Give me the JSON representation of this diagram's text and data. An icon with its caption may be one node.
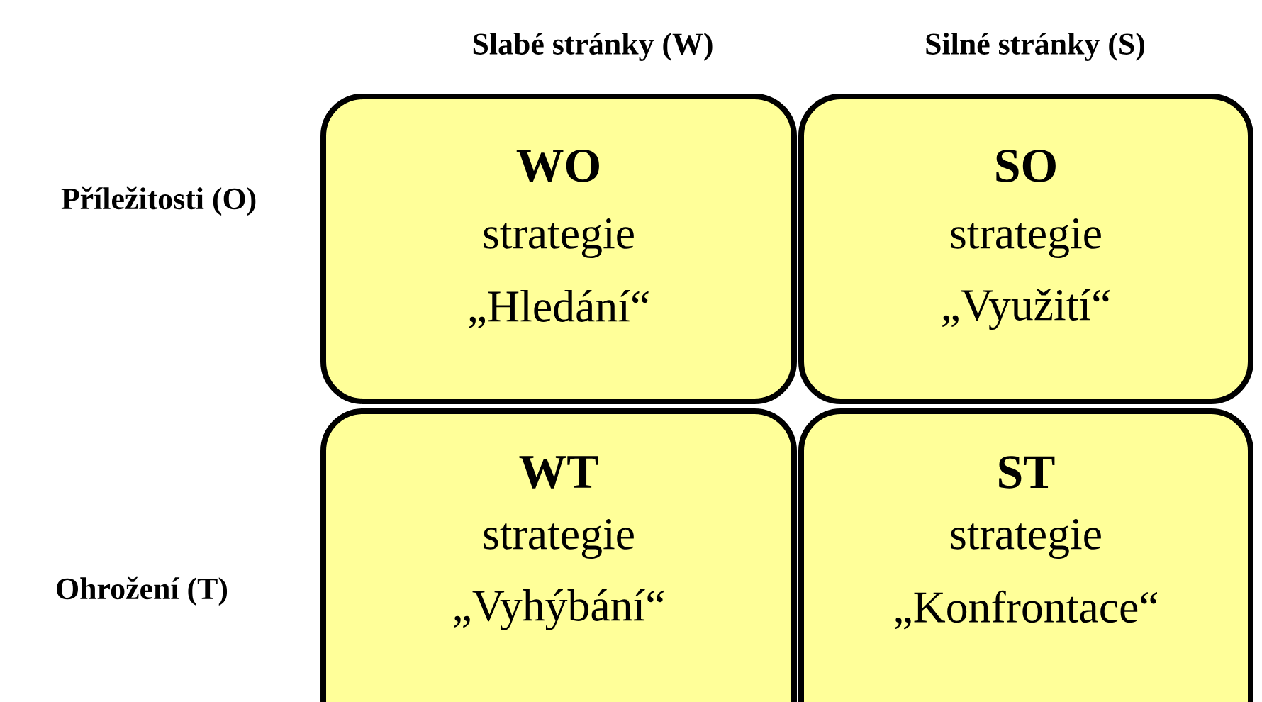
{
  "diagram": {
    "nodes": [
      {
        "text": [
          "WO",
          "strategie",
          "„Hledání“"
        ]
      },
      {
        "text": [
          "SO",
          "strategie",
          "„Využití“"
        ]
      },
      {
        "text": [
          "WT",
          "strategie",
          "„Vyhýbání“"
        ]
      },
      {
        "text": [
          "ST",
          "strategie",
          "„Konfrontace“"
        ]
      }
    ],
    "labels": [
      "Slabé stránky (W)",
      "Silné stránky (S)",
      "Příležitosti (O)",
      "Ohrožení (T)"
    ]
  }
}
